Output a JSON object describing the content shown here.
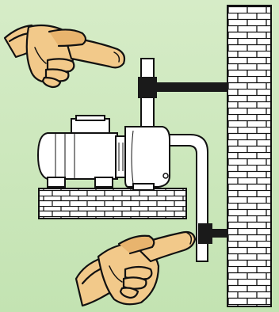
{
  "colors": {
    "background_top": "#d6ecc7",
    "background_bottom": "#c3e3b2",
    "skin": "#f2c98a",
    "skin_shade": "#e8b46e",
    "outline": "#111111",
    "brick_fill": "#ffffff",
    "bracket": "#1a1a1a"
  },
  "icons": {
    "top_hand": "pointing-hand-right",
    "bottom_hand": "pointing-hand-right-up",
    "pump": "electric-pump",
    "wall": "brick-wall",
    "base": "brick-plinth"
  }
}
